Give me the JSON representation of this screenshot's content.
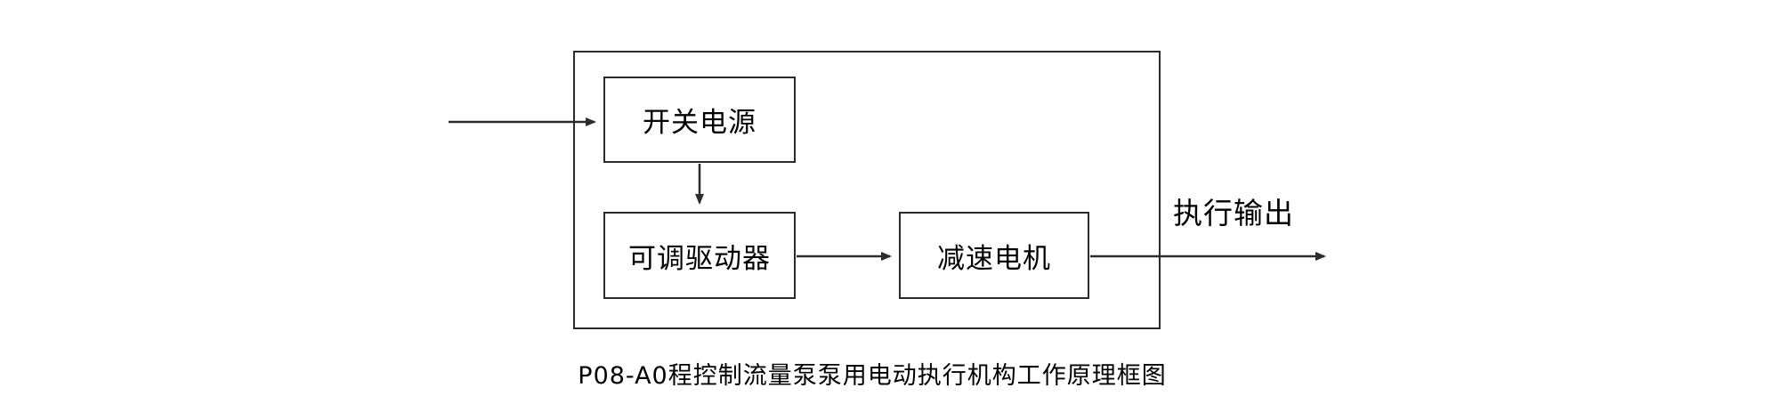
{
  "diagram": {
    "caption": "P08-A0程控制流量泵泵用电动执行机构工作原理框图",
    "blocks": {
      "power_supply": "开关电源",
      "adjustable_driver": "可调驱动器",
      "gear_motor": "减速电机"
    },
    "labels": {
      "output": "执行输出"
    },
    "colors": {
      "line": "#2b2b2b",
      "background": "#ffffff",
      "text": "#000000"
    },
    "arrows": [
      {
        "name": "input-arrow",
        "from": "external-left",
        "to": "power_supply"
      },
      {
        "name": "power-to-driver-arrow",
        "from": "power_supply",
        "to": "adjustable_driver"
      },
      {
        "name": "driver-to-motor-arrow",
        "from": "adjustable_driver",
        "to": "gear_motor"
      },
      {
        "name": "motor-output-arrow",
        "from": "gear_motor",
        "to": "external-right"
      }
    ]
  }
}
